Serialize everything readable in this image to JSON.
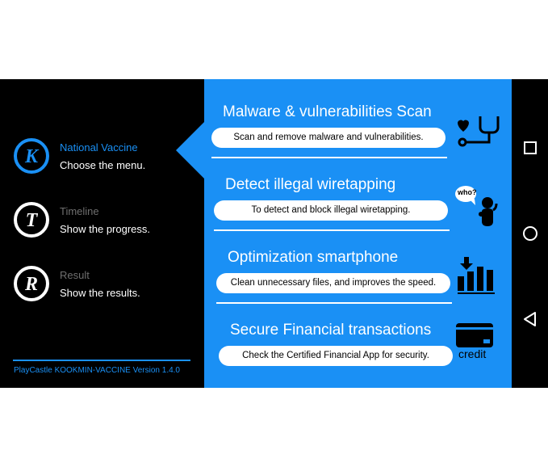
{
  "menu": [
    {
      "title": "National Vaccine",
      "subtitle": "Choose the menu.",
      "logo": "K-logo-icon"
    },
    {
      "title": "Timeline",
      "subtitle": "Show the progress.",
      "logo": "T-logo-icon"
    },
    {
      "title": "Result",
      "subtitle": "Show the results.",
      "logo": "R-logo-icon"
    }
  ],
  "version": "PlayCastle KOOKMIN-VACCINE Version 1.4.0",
  "features": [
    {
      "title": "Malware & vulnerabilities Scan",
      "desc": "Scan and remove malware and vulnerabilities.",
      "icon": "stethoscope-icon"
    },
    {
      "title": "Detect illegal wiretapping",
      "desc": "To detect and block illegal wiretapping.",
      "icon": "who-person-icon",
      "bubble": "who?"
    },
    {
      "title": "Optimization smartphone",
      "desc": "Clean unnecessary files, and improves the speed.",
      "icon": "bar-chart-download-icon"
    },
    {
      "title": "Secure Financial transactions",
      "desc": "Check the Certified Financial App for security.",
      "icon": "credit-card-icon",
      "card_label": "credit"
    }
  ],
  "colors": {
    "accent": "#1a90f5"
  }
}
